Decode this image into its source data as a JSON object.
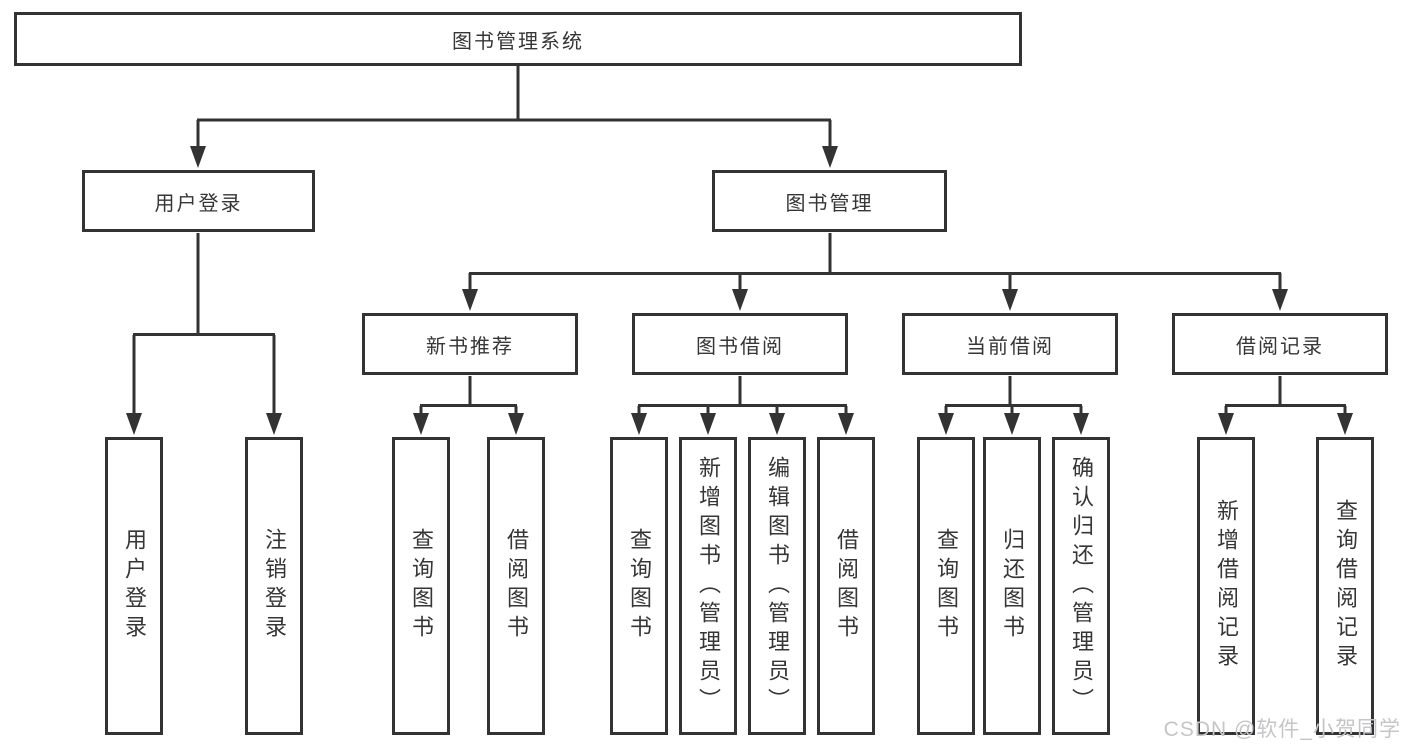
{
  "watermark": "CSDN @软件_小贺同学",
  "colors": {
    "line": "#333333",
    "text": "#363636",
    "watermark": "#c5c5c8"
  },
  "tree": {
    "root": "图书管理系统",
    "branches": [
      {
        "label": "用户登录",
        "children": [
          "用户登录",
          "注销登录"
        ]
      },
      {
        "label": "图书管理",
        "sections": [
          {
            "label": "新书推荐",
            "children": [
              "查询图书",
              "借阅图书"
            ]
          },
          {
            "label": "图书借阅",
            "children": [
              "查询图书",
              "新增图书（管理员）",
              "编辑图书（管理员）",
              "借阅图书"
            ]
          },
          {
            "label": "当前借阅",
            "children": [
              "查询图书",
              "归还图书",
              "确认归还（管理员）"
            ]
          },
          {
            "label": "借阅记录",
            "children": [
              "新增借阅记录",
              "查询借阅记录"
            ]
          }
        ]
      }
    ]
  }
}
